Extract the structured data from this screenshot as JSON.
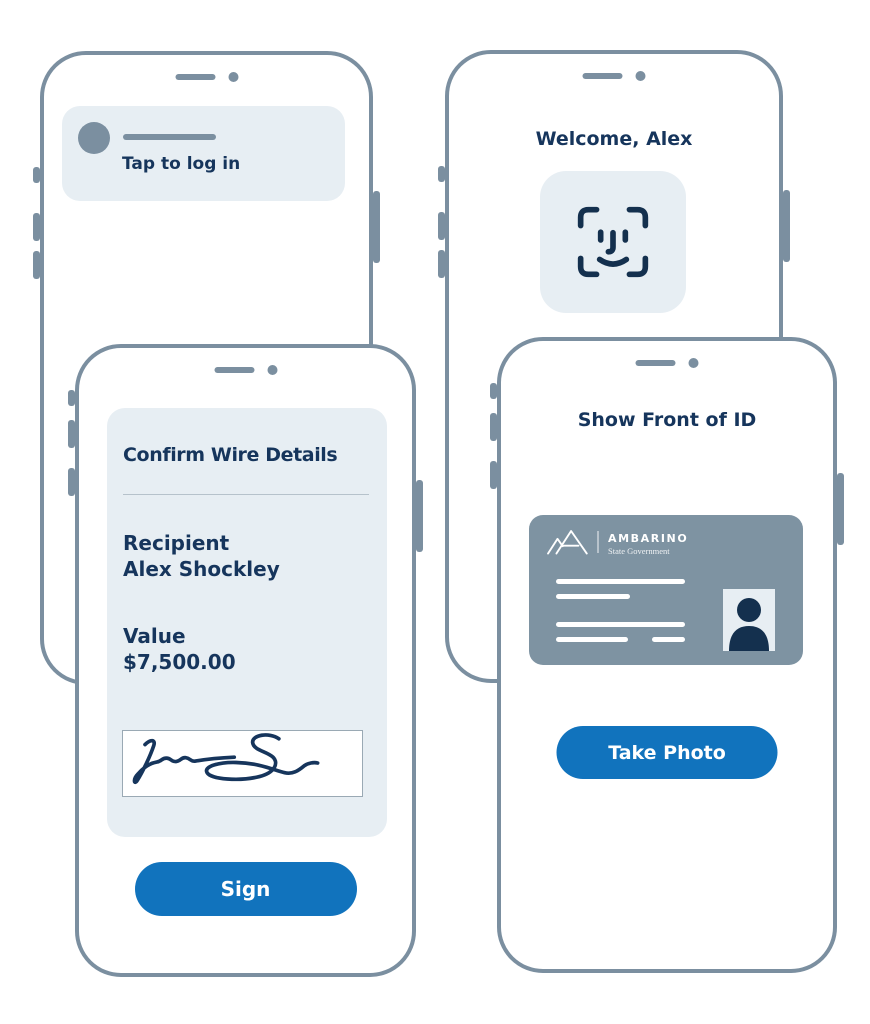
{
  "colors": {
    "outline_slate": "#7b8fa0",
    "panel_light": "#e7eef3",
    "text_navy": "#16355c",
    "accent_blue": "#1173bd",
    "id_card_slate": "#7e93a2",
    "silhouette_navy": "#14304e"
  },
  "phone_login": {
    "notification_text": "Tap to log in"
  },
  "phone_welcome": {
    "title": "Welcome, Alex"
  },
  "phone_wire": {
    "title": "Confirm Wire Details",
    "recipient_label": "Recipient",
    "recipient_value": "Alex Shockley",
    "value_label": "Value",
    "value_amount": "$7,500.00",
    "sign_button": "Sign"
  },
  "phone_id": {
    "title": "Show Front of ID",
    "card_brand": "AMBARINO",
    "card_subtitle": "State Government",
    "take_photo_button": "Take Photo"
  }
}
